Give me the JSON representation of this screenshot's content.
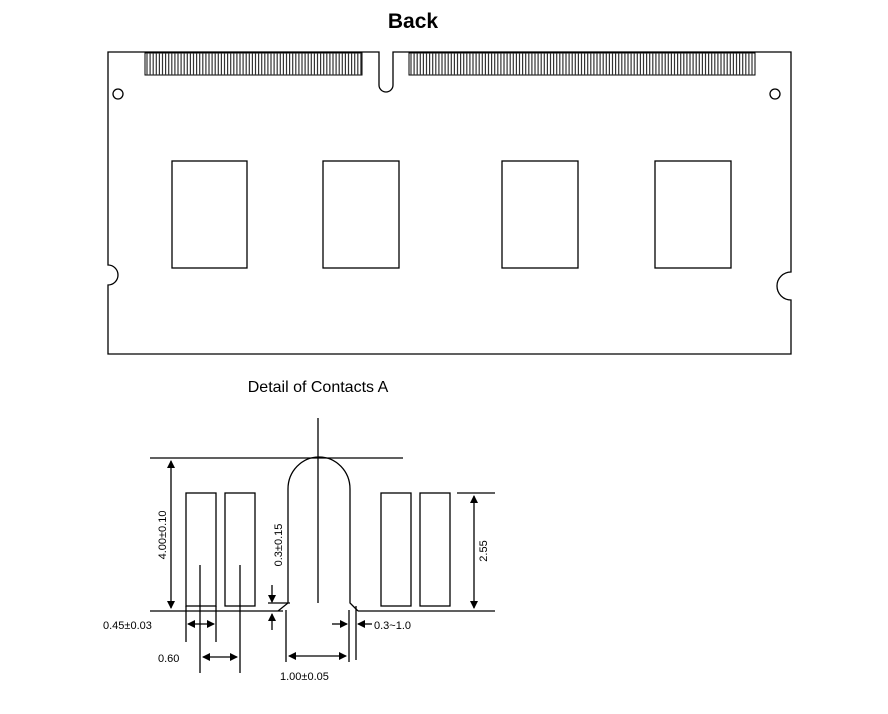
{
  "title": "Back",
  "detail_title": "Detail of Contacts A",
  "dimensions": {
    "height_total": "4.00±0.10",
    "contact_height": "2.55",
    "notch_offset": "0.3±0.15",
    "contact_width": "0.45±0.03",
    "pitch": "0.60",
    "key_width": "1.00±0.05",
    "gap": "0.3~1.0"
  }
}
